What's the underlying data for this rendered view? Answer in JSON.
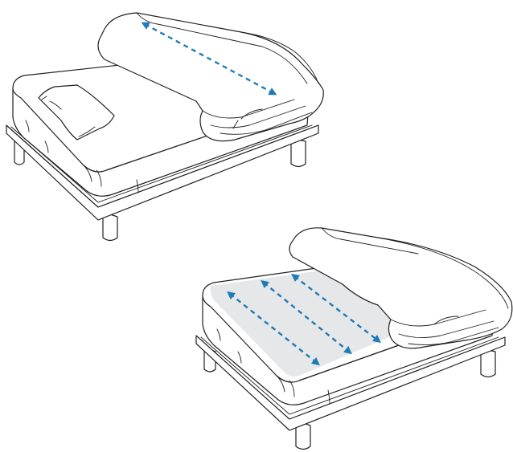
{
  "figure": {
    "panels": [
      {
        "name": "bed-top",
        "arrows": 1,
        "arrow_direction": "bidirectional-lengthwise"
      },
      {
        "name": "bed-bottom",
        "arrows": 3,
        "arrow_direction": "bidirectional-lengthwise"
      }
    ],
    "colors": {
      "arrow": "#1f7bb6",
      "outline": "#231f20",
      "shading": "#e6e7e8",
      "background": "#ffffff"
    },
    "icons": [
      "double-headed-dashed-arrow-icon",
      "pillow-icon",
      "folded-blanket-icon"
    ]
  }
}
